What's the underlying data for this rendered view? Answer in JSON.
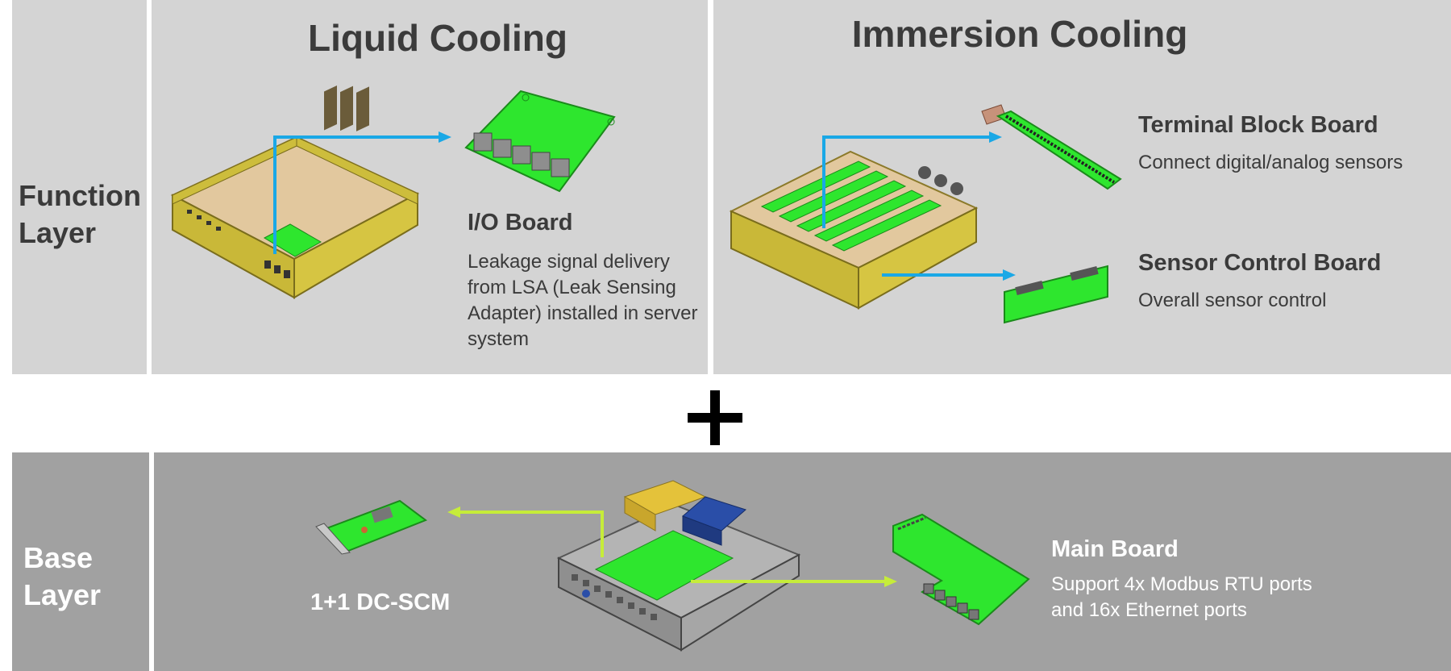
{
  "function_layer": {
    "label": "Function\nLayer",
    "liquid_cooling": {
      "title": "Liquid Cooling",
      "io_board": {
        "heading": "I/O Board",
        "description": "Leakage signal delivery from LSA (Leak Sensing Adapter) installed in server system"
      }
    },
    "immersion_cooling": {
      "title": "Immersion Cooling",
      "terminal_block_board": {
        "heading": "Terminal Block Board",
        "description": "Connect digital/analog sensors"
      },
      "sensor_control_board": {
        "heading": "Sensor Control Board",
        "description": "Overall sensor control"
      }
    }
  },
  "combine_symbol": "+",
  "base_layer": {
    "label": "Base\nLayer",
    "dc_scm": {
      "heading": "1+1 DC-SCM"
    },
    "main_board": {
      "heading": "Main Board",
      "description": "Support 4x Modbus RTU ports\nand 16x Ethernet ports"
    }
  },
  "colors": {
    "function_bg": "#d4d4d4",
    "base_bg": "#a1a1a1",
    "pcb_green": "#2ee62e",
    "chassis_yellow": "#c8b83a",
    "arrow_blue": "#1aa8e6",
    "arrow_lime": "#c6ec3a"
  }
}
